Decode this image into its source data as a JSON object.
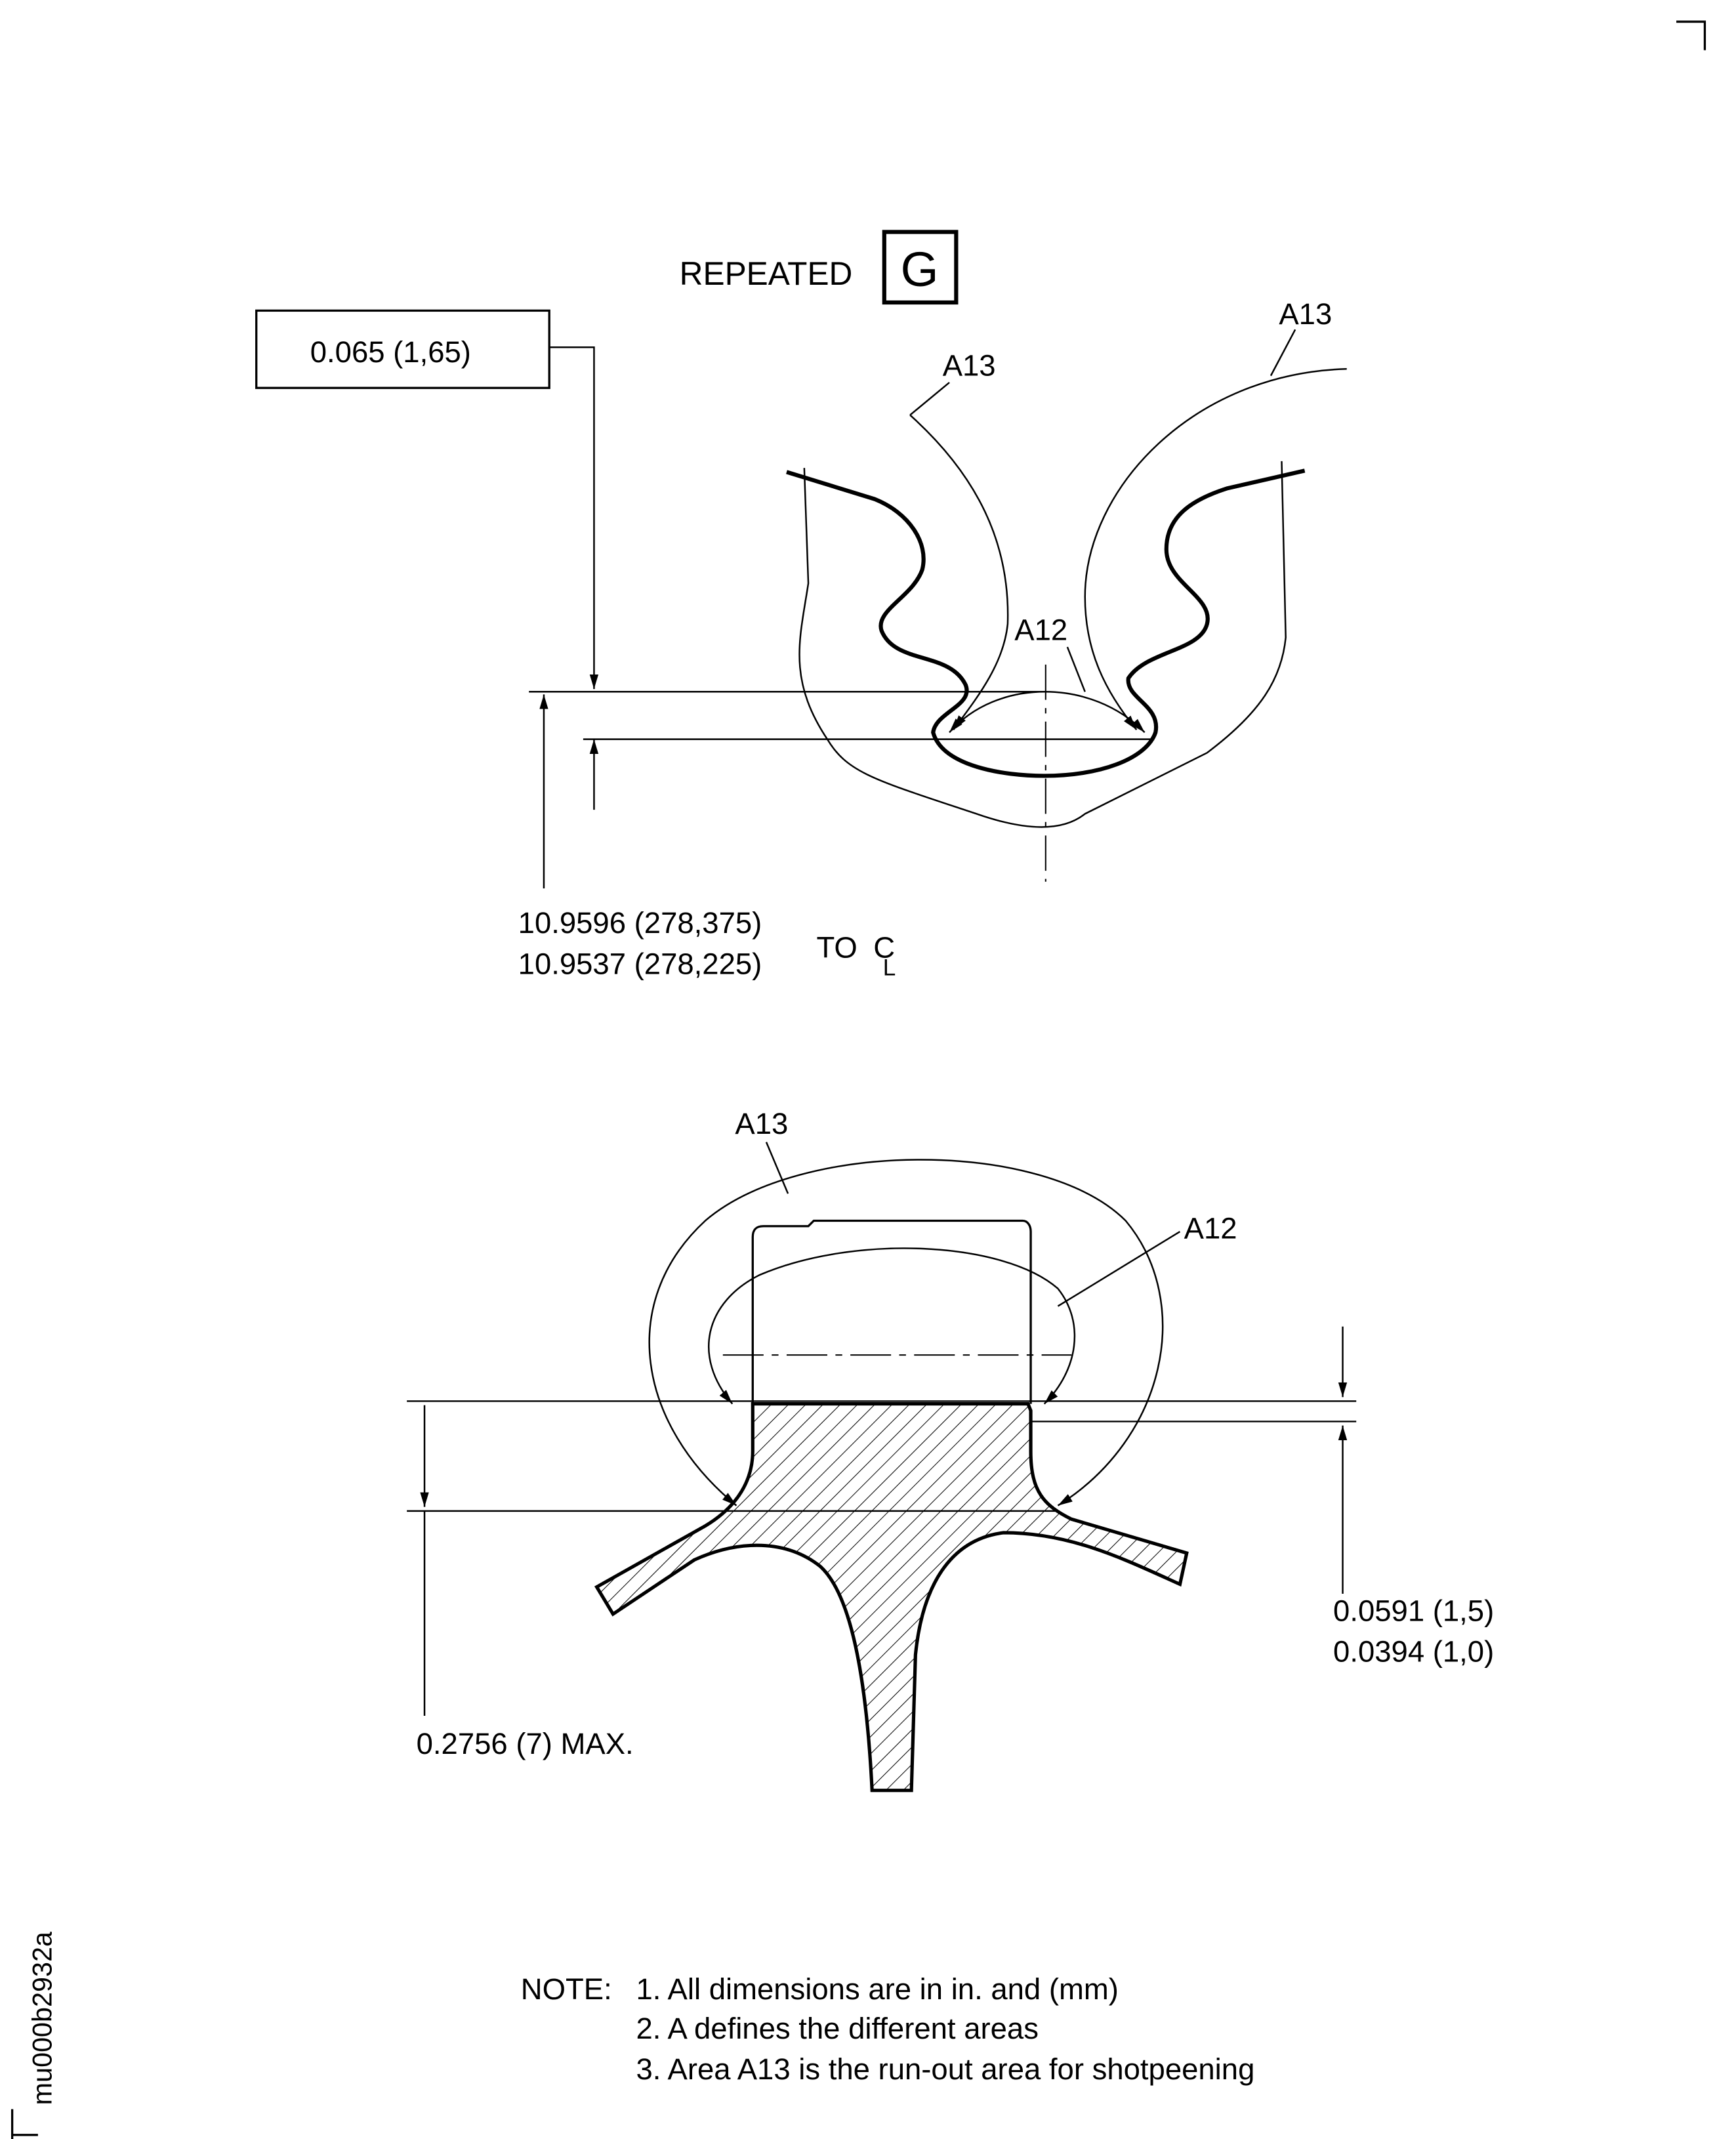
{
  "drawing": {
    "reference_id": "mu000b2932a",
    "top_view": {
      "repeated_label": "REPEATED",
      "repeated_flag": "G",
      "callout_box": "0.065 (1,65)",
      "area_labels": [
        "A13",
        "A13",
        "A12"
      ],
      "dimension_line1": "10.9596 (278,375)",
      "dimension_line2": "10.9537 (278,225)",
      "to_centerline": "TO",
      "centerline_symbol_c": "C",
      "centerline_symbol_l": "L"
    },
    "bottom_view": {
      "area_labels": [
        "A13",
        "A12"
      ],
      "dim_right_line1": "0.0591 (1,5)",
      "dim_right_line2": "0.0394 (1,0)",
      "dim_left": "0.2756 (7) MAX."
    },
    "notes": {
      "header": "NOTE:",
      "items": [
        "1. All dimensions are in in. and (mm)",
        "2. A defines the different areas",
        "3. Area A13 is the run-out area for shotpeening"
      ]
    },
    "colors": {
      "ink": "#000000",
      "background": "#ffffff"
    }
  }
}
